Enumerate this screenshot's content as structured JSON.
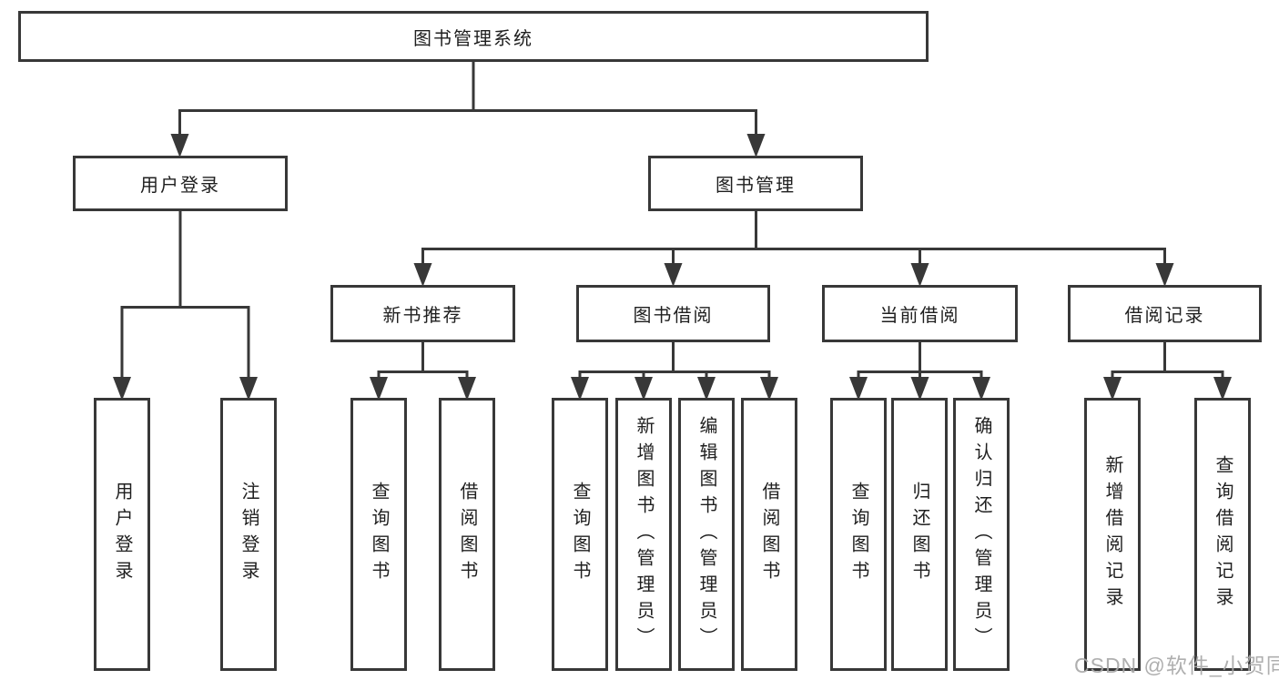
{
  "diagram": {
    "root": {
      "label": "图书管理系统"
    },
    "user_login": {
      "label": "用户登录",
      "children": {
        "login": "用户登录",
        "logout": "注销登录"
      }
    },
    "book_management": {
      "label": "图书管理",
      "new_book_recommend": {
        "label": "新书推荐",
        "children": {
          "query_books": "查询图书",
          "borrow_books": "借阅图书"
        }
      },
      "book_borrow": {
        "label": "图书借阅",
        "children": {
          "query_books": "查询图书",
          "add_books": "新增图书（管理员）",
          "edit_books": "编辑图书（管理员）",
          "borrow_books": "借阅图书"
        }
      },
      "current_borrow": {
        "label": "当前借阅",
        "children": {
          "query_books": "查询图书",
          "return_books": "归还图书",
          "confirm_return": "确认归还（管理员）"
        }
      },
      "borrow_records": {
        "label": "借阅记录",
        "children": {
          "add_record": "新增借阅记录",
          "query_record": "查询借阅记录"
        }
      }
    }
  },
  "watermark": "CSDN @软件_小贺同学",
  "colors": {
    "line": "#383838",
    "box_border": "#383838",
    "text": "#1f1f1f",
    "background": "#ffffff",
    "watermark": "#a8a8a8"
  }
}
